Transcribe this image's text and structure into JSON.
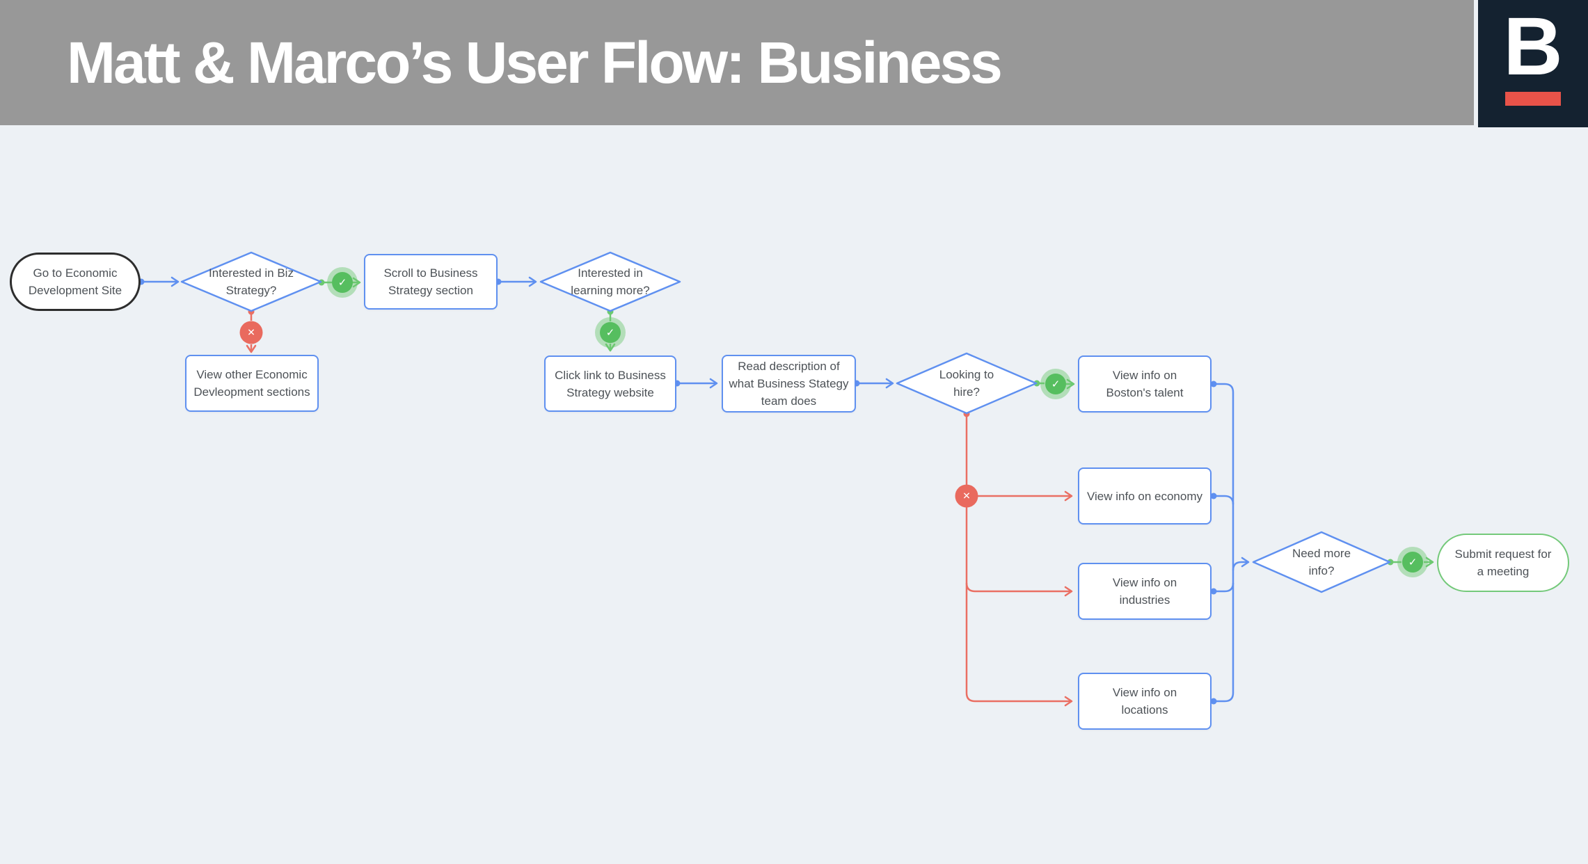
{
  "header": {
    "title": "Matt & Marco’s User Flow: Business",
    "logo_letter": "B"
  },
  "flowchart": {
    "nodes": [
      {
        "id": "start",
        "type": "start",
        "label": "Go to Economic Development Site"
      },
      {
        "id": "d1",
        "type": "decision",
        "label": "Interested in Biz Strategy?"
      },
      {
        "id": "scroll",
        "type": "process",
        "label": "Scroll to Business Strategy section"
      },
      {
        "id": "d2",
        "type": "decision",
        "label": "Interested in learning more?"
      },
      {
        "id": "view-other",
        "type": "process",
        "label": "View other Economic Devleopment sections"
      },
      {
        "id": "click-link",
        "type": "process",
        "label": "Click link to Business Strategy website"
      },
      {
        "id": "read-desc",
        "type": "process",
        "label": "Read description of what Business Stategy team does"
      },
      {
        "id": "d3",
        "type": "decision",
        "label": "Looking to hire?"
      },
      {
        "id": "talent",
        "type": "process",
        "label": "View info on Boston's talent"
      },
      {
        "id": "economy",
        "type": "process",
        "label": "View info on economy"
      },
      {
        "id": "industries",
        "type": "process",
        "label": "View info on industries"
      },
      {
        "id": "locations",
        "type": "process",
        "label": "View info on locations"
      },
      {
        "id": "d4",
        "type": "decision",
        "label": "Need more info?"
      },
      {
        "id": "end",
        "type": "end",
        "label": "Submit request for a meeting"
      }
    ],
    "badges": {
      "yes": "✓",
      "no": "✕"
    },
    "colors": {
      "connector_blue": "#5f90f0",
      "yes_green": "#56be5f",
      "no_red": "#e96a5e",
      "header_gray": "#989898",
      "logo_navy": "#142230",
      "logo_red": "#e85349",
      "canvas_bg": "#edf1f5"
    }
  }
}
